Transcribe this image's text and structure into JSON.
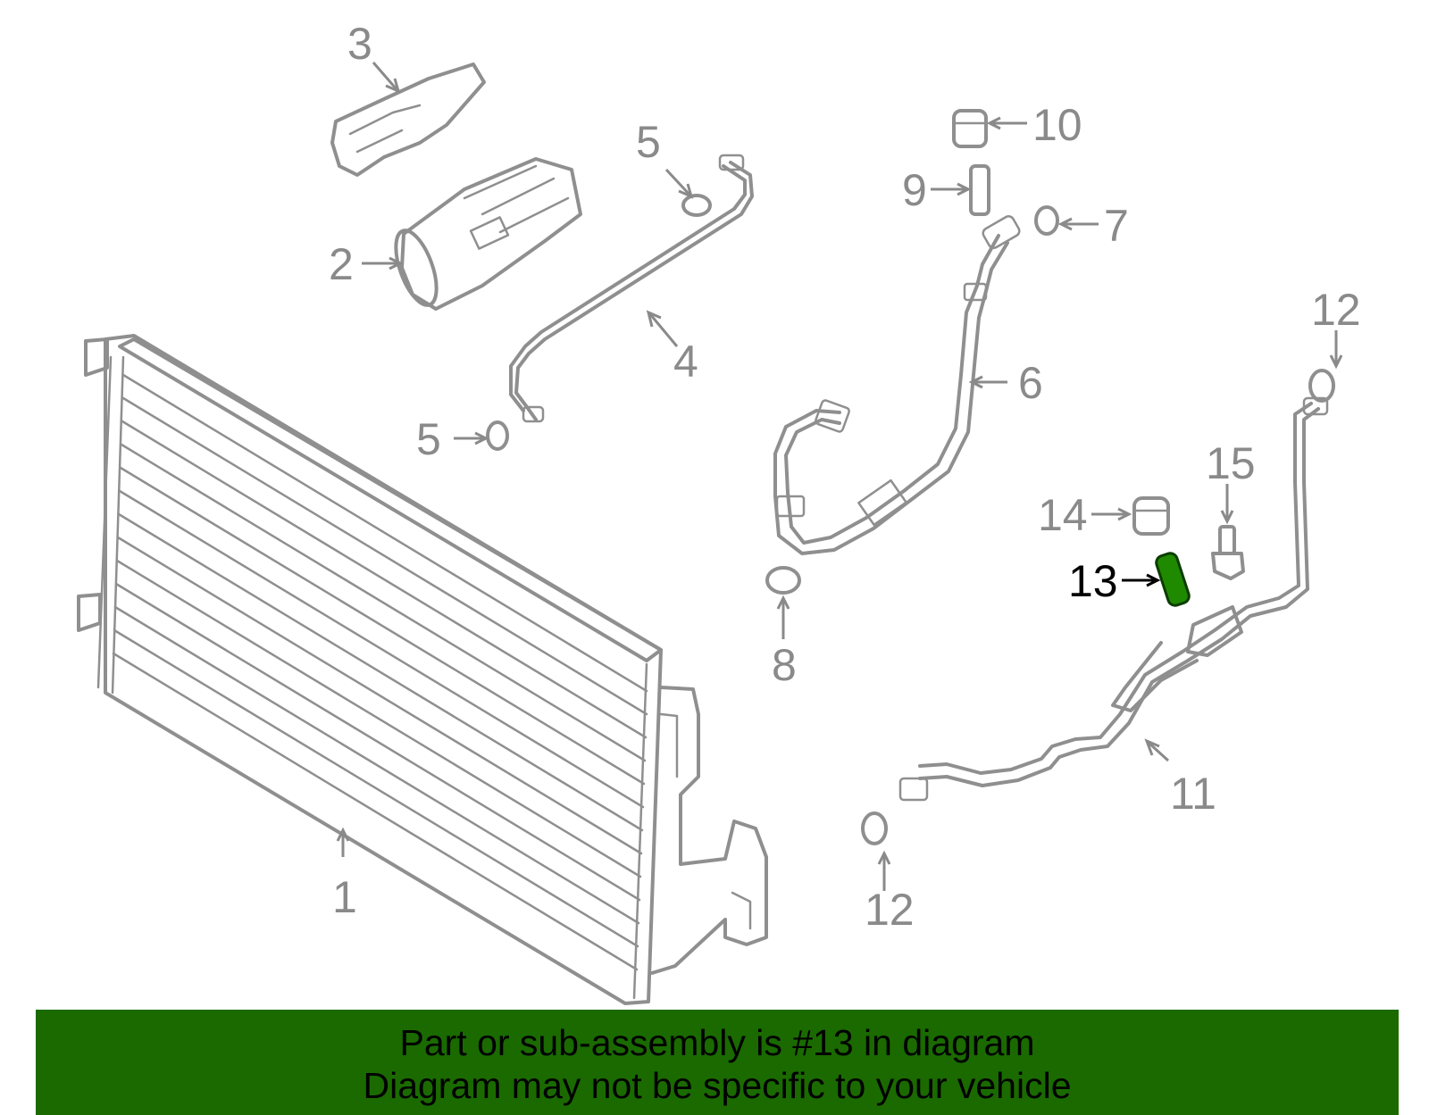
{
  "diagram": {
    "callouts": [
      {
        "id": "1",
        "label": "1"
      },
      {
        "id": "2",
        "label": "2"
      },
      {
        "id": "3",
        "label": "3"
      },
      {
        "id": "4",
        "label": "4"
      },
      {
        "id": "5a",
        "label": "5"
      },
      {
        "id": "5b",
        "label": "5"
      },
      {
        "id": "6",
        "label": "6"
      },
      {
        "id": "7",
        "label": "7"
      },
      {
        "id": "8",
        "label": "8"
      },
      {
        "id": "9",
        "label": "9"
      },
      {
        "id": "10",
        "label": "10"
      },
      {
        "id": "11",
        "label": "11"
      },
      {
        "id": "12a",
        "label": "12"
      },
      {
        "id": "12b",
        "label": "12"
      },
      {
        "id": "13",
        "label": "13"
      },
      {
        "id": "14",
        "label": "14"
      },
      {
        "id": "15",
        "label": "15"
      }
    ],
    "highlighted_part": "13",
    "highlight_color": "#1f8a00",
    "line_color": "#8f8f8f"
  },
  "banner": {
    "line1": "Part or sub-assembly is #13 in diagram",
    "line2": "Diagram may not be specific to your vehicle",
    "background_color": "#1a6a00"
  }
}
